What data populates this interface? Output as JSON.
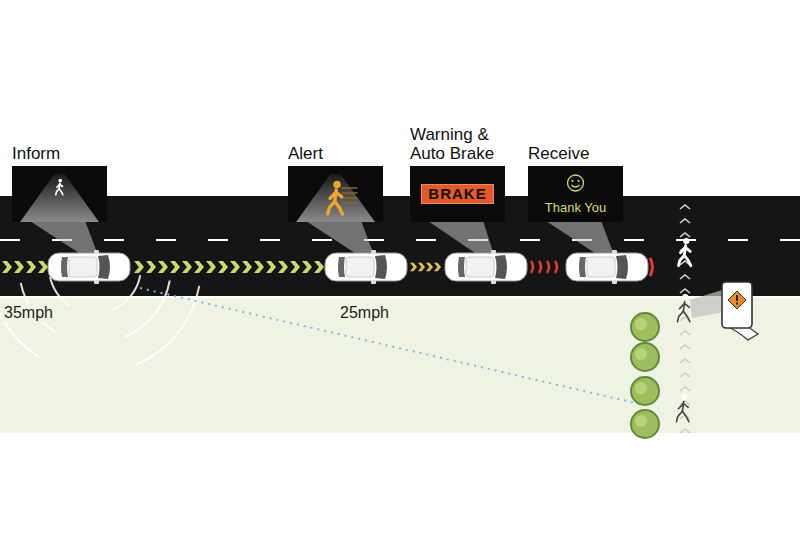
{
  "diagram": {
    "nodes": [
      {
        "text": [
          "Inform"
        ]
      },
      {
        "text": [
          "Alert"
        ]
      },
      {
        "text": [
          "Warning & Auto Brake",
          "BRAKE"
        ]
      },
      {
        "text": [
          "Receive",
          "Thank You"
        ]
      }
    ],
    "labels": [
      "35mph",
      "25mph"
    ]
  }
}
